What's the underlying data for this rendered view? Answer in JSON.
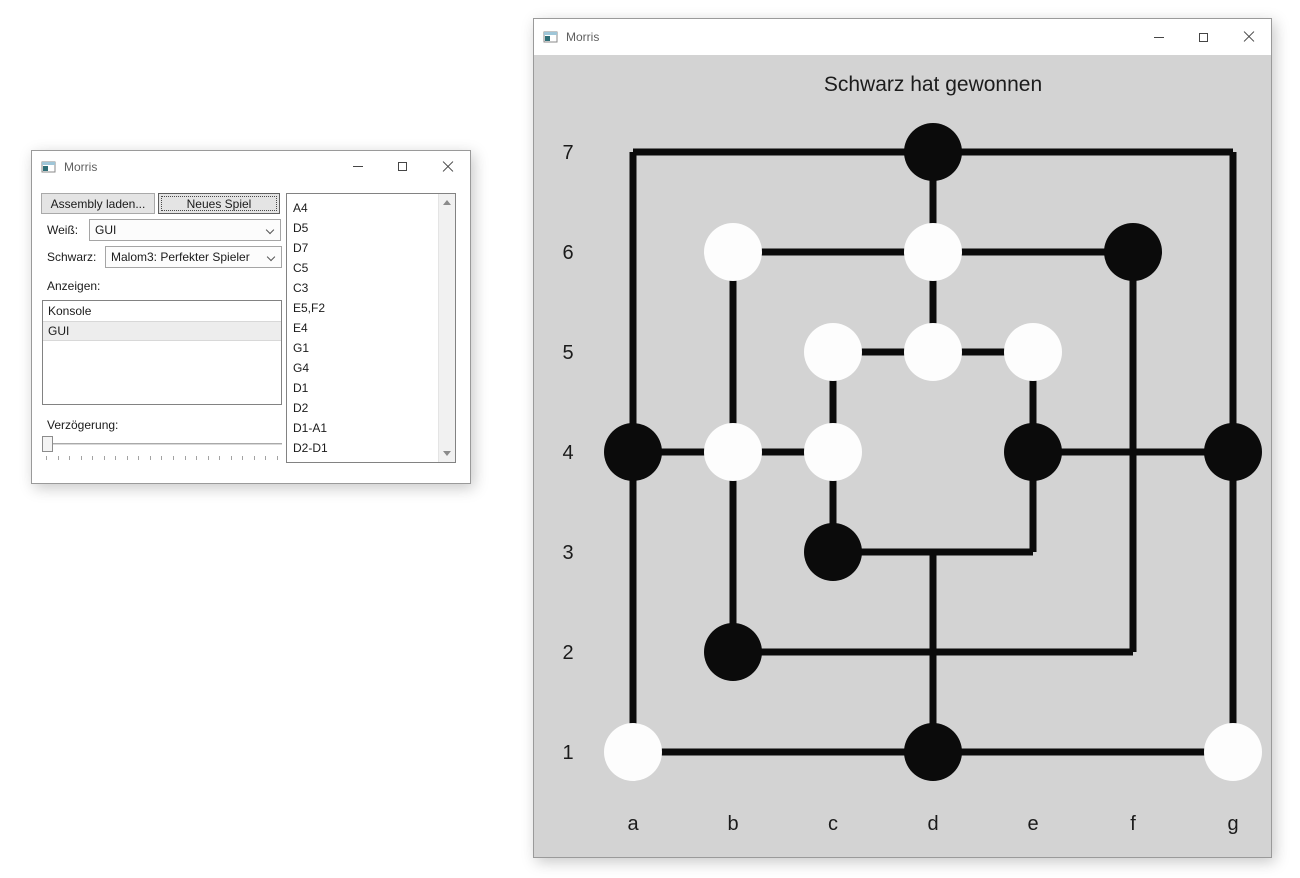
{
  "control_window": {
    "title": "Morris",
    "toolbar": {
      "load_assembly_label": "Assembly laden...",
      "new_game_label": "Neues Spiel"
    },
    "players": {
      "white_label": "Weiß:",
      "white_value": "GUI",
      "black_label": "Schwarz:",
      "black_value": "Malom3: Perfekter Spieler"
    },
    "display": {
      "label": "Anzeigen:",
      "options": [
        {
          "label": "Konsole",
          "selected": false
        },
        {
          "label": "GUI",
          "selected": true
        }
      ]
    },
    "delay": {
      "label": "Verzögerung:",
      "value_percent": 0,
      "tick_count": 21
    },
    "moves": [
      "A4",
      "D5",
      "D7",
      "C5",
      "C3",
      "E5,F2",
      "E4",
      "G1",
      "G4",
      "D1",
      "D2",
      "D1-A1",
      "D2-D1"
    ]
  },
  "game_window": {
    "title": "Morris",
    "status_text": "Schwarz hat gewonnen",
    "board": {
      "columns": [
        "a",
        "b",
        "c",
        "d",
        "e",
        "f",
        "g"
      ],
      "rows": [
        "7",
        "6",
        "5",
        "4",
        "3",
        "2",
        "1"
      ],
      "background": "#d3d3d3",
      "line_color": "#0b0b0b",
      "black_piece_color": "#0b0b0b",
      "white_piece_color": "#fdfdfd",
      "lines": [
        [
          "a1",
          "a7"
        ],
        [
          "a7",
          "g7"
        ],
        [
          "g7",
          "g1"
        ],
        [
          "g1",
          "a1"
        ],
        [
          "b2",
          "b6"
        ],
        [
          "b6",
          "f6"
        ],
        [
          "f6",
          "f2"
        ],
        [
          "f2",
          "b2"
        ],
        [
          "c3",
          "c5"
        ],
        [
          "c5",
          "e5"
        ],
        [
          "e5",
          "e3"
        ],
        [
          "e3",
          "c3"
        ],
        [
          "d7",
          "d5"
        ],
        [
          "d3",
          "d1"
        ],
        [
          "a4",
          "c4"
        ],
        [
          "e4",
          "g4"
        ]
      ],
      "pieces": [
        {
          "pos": "d7",
          "color": "black"
        },
        {
          "pos": "b6",
          "color": "white"
        },
        {
          "pos": "d6",
          "color": "white"
        },
        {
          "pos": "f6",
          "color": "black"
        },
        {
          "pos": "c5",
          "color": "white"
        },
        {
          "pos": "d5",
          "color": "white"
        },
        {
          "pos": "e5",
          "color": "white"
        },
        {
          "pos": "a4",
          "color": "black"
        },
        {
          "pos": "b4",
          "color": "white"
        },
        {
          "pos": "c4",
          "color": "white"
        },
        {
          "pos": "e4",
          "color": "black"
        },
        {
          "pos": "g4",
          "color": "black"
        },
        {
          "pos": "c3",
          "color": "black"
        },
        {
          "pos": "b2",
          "color": "black"
        },
        {
          "pos": "a1",
          "color": "white"
        },
        {
          "pos": "d1",
          "color": "black"
        },
        {
          "pos": "g1",
          "color": "white"
        }
      ]
    }
  }
}
